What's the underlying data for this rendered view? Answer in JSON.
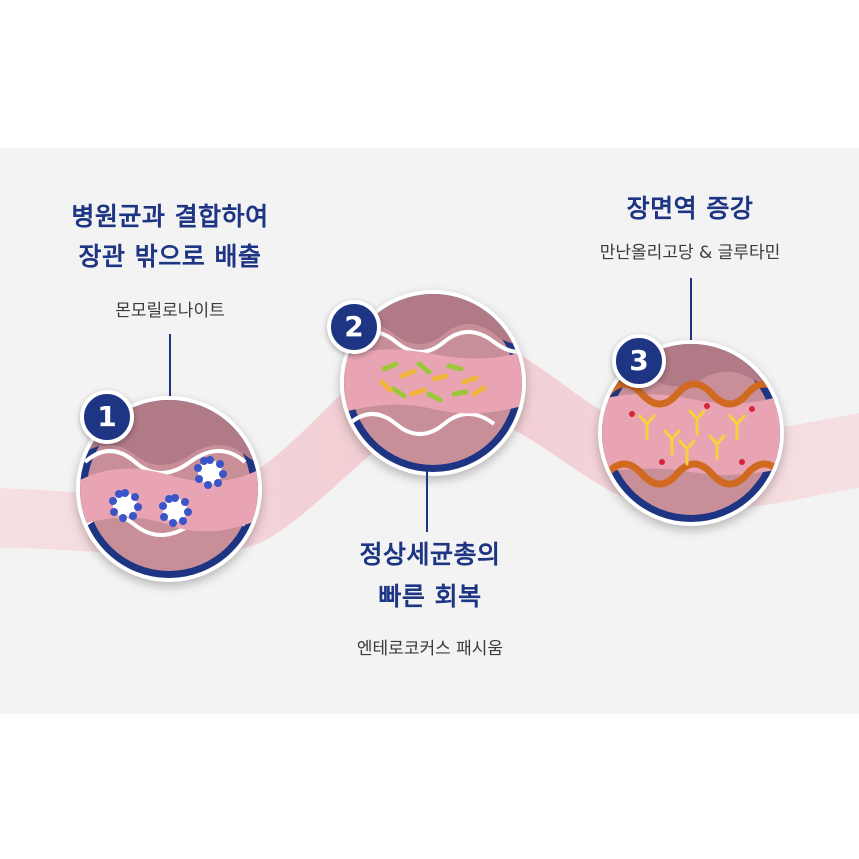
{
  "steps": [
    {
      "number": "1",
      "title_line1": "병원균과 결합하여",
      "title_line2": "장관 밖으로 배출",
      "subtitle": "몬모릴로나이트"
    },
    {
      "number": "2",
      "title_line1": "정상세균총의",
      "title_line2": "빠른 회복",
      "subtitle": "엔테로코커스 패시움"
    },
    {
      "number": "3",
      "title_line1": "장면역 증강",
      "title_line2": "",
      "subtitle": "만난올리고당 & 글루타민"
    }
  ],
  "colors": {
    "navy": "#1e3584",
    "pink": "#e8a4b2",
    "tissue": "#c98f99",
    "band": "#f2cdd2"
  }
}
